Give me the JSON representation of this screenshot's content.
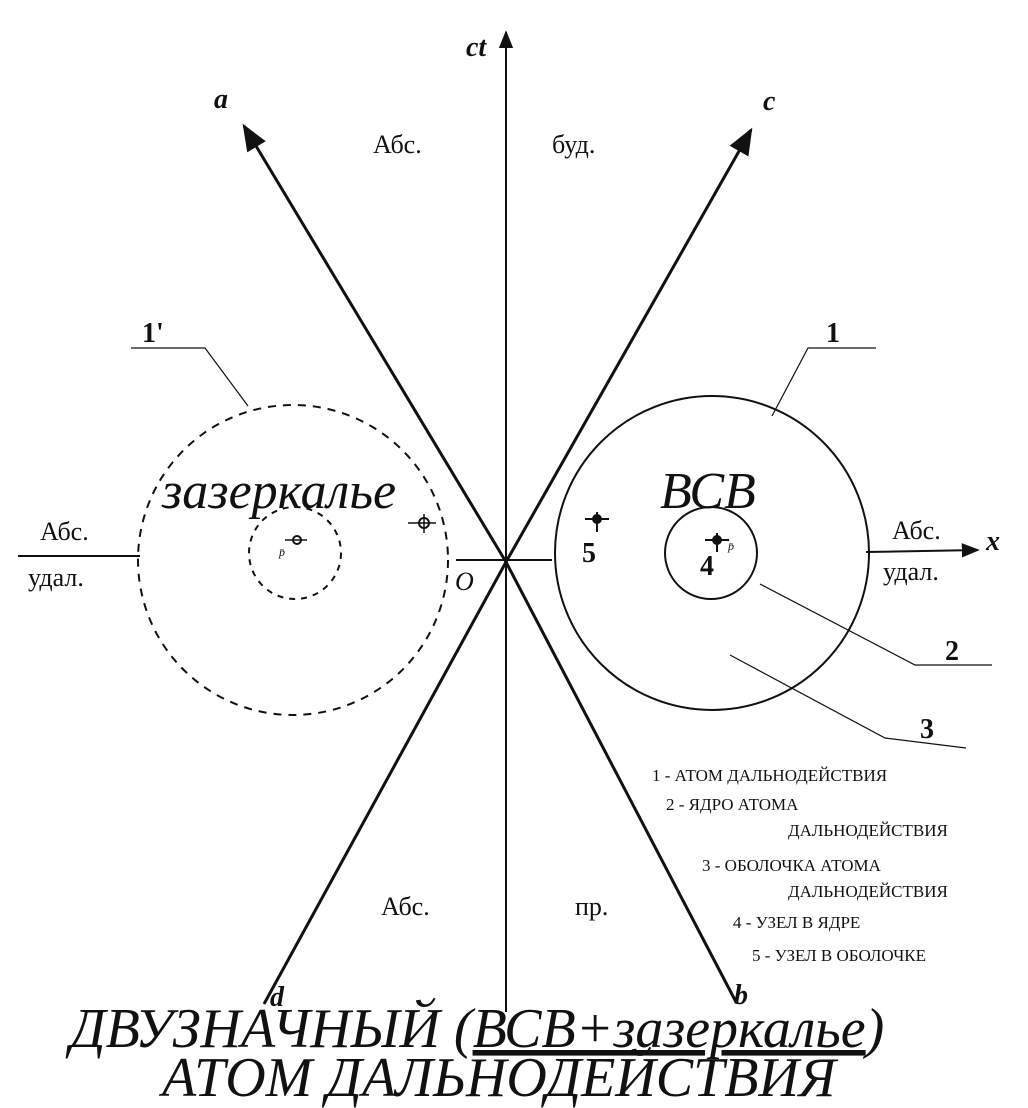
{
  "diagram": {
    "axes": {
      "vertical": "ct",
      "horizontal": "x",
      "origin": "O"
    },
    "lines": {
      "a": "a",
      "b": "b",
      "c": "c",
      "d": "d"
    },
    "regions": {
      "future_left": "Абс.",
      "future_right": "буд.",
      "past_left": "Абс.",
      "past_right": "пр.",
      "left_top": "Абс.",
      "left_bottom": "удал.",
      "right_top": "Абс.",
      "right_bottom": "удал."
    },
    "circle_labels": {
      "mirror_atom": "1'",
      "mirror_name": "зазеркалье",
      "atom": "1",
      "atom_name": "ВСВ",
      "nucleus": "2",
      "shell": "3",
      "node_nucleus": "4",
      "node_shell": "5",
      "p_right": "p̄",
      "p_left": "p̄"
    },
    "legend": [
      "1 - АТОМ ДАЛЬНОДЕЙСТВИЯ",
      "2 - ЯДРО АТОМА",
      "ДАЛЬНОДЕЙСТВИЯ",
      "3 - ОБОЛОЧКА АТОМА",
      "ДАЛЬНОДЕЙСТВИЯ",
      "4 - УЗЕЛ В ЯДРЕ",
      "5 - УЗЕЛ В ОБОЛОЧКЕ"
    ],
    "title": {
      "line1_a": "ДВУЗНАЧНЫЙ (",
      "line1_b": "ВСВ+зазеркалье",
      "line1_c": ")",
      "line2": "АТОМ ДАЛЬНОДЕЙСТВИЯ"
    },
    "colors": {
      "ink": "#111111",
      "background": "#ffffff"
    }
  }
}
